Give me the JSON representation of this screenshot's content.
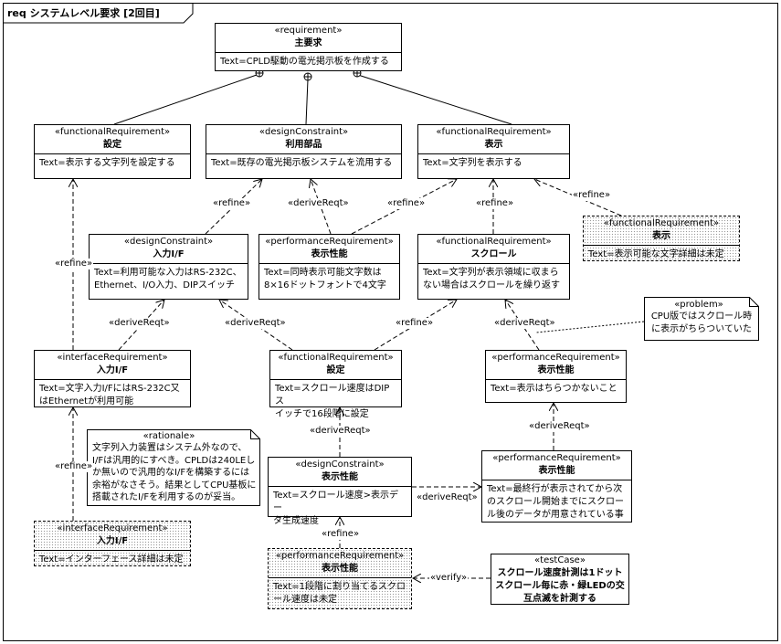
{
  "frame": {
    "title": "req システムレベル要求 [2回目]"
  },
  "blocks": {
    "main": {
      "stereotype": "«requirement»",
      "name": "主要求",
      "text": "Text=CPLD駆動の電光掲示板を作成する"
    },
    "settings": {
      "stereotype": "«functionalRequirement»",
      "name": "設定",
      "text": "Text=表示する文字列を設定する"
    },
    "parts": {
      "stereotype": "«designConstraint»",
      "name": "利用部品",
      "text": "Text=既存の電光掲示板システムを流用する"
    },
    "display": {
      "stereotype": "«functionalRequirement»",
      "name": "表示",
      "text": "Text=文字列を表示する"
    },
    "display_pending": {
      "stereotype": "«functionalRequirement»",
      "name": "表示",
      "text": "Text=表示可能な文字詳細は未定"
    },
    "input_dc": {
      "stereotype": "«designConstraint»",
      "name": "入力I/F",
      "text": "Text=利用可能な入力はRS-232C、\nEthernet、I/O入力、DIPスイッチ"
    },
    "perf1": {
      "stereotype": "«performanceRequirement»",
      "name": "表示性能",
      "text": "Text=同時表示可能文字数は\n8×16ドットフォントで4文字"
    },
    "scroll": {
      "stereotype": "«functionalRequirement»",
      "name": "スクロール",
      "text": "Text=文字列が表示領域に収まら\nない場合はスクロールを繰り返す"
    },
    "input_ir": {
      "stereotype": "«interfaceRequirement»",
      "name": "入力I/F",
      "text": "Text=文字入力I/FにはRS-232C又\nはEthernetが利用可能"
    },
    "settings2": {
      "stereotype": "«functionalRequirement»",
      "name": "設定",
      "text": "Text=スクロール速度はDIPス\nイッチで16段階に設定"
    },
    "perf2": {
      "stereotype": "«performanceRequirement»",
      "name": "表示性能",
      "text": "Text=表示はちらつかないこと"
    },
    "perf_dc": {
      "stereotype": "«designConstraint»",
      "name": "表示性能",
      "text": "Text=スクロール速度>表示デー\nタ生成速度"
    },
    "perf3": {
      "stereotype": "«performanceRequirement»",
      "name": "表示性能",
      "text": "Text=最終行が表示されてから次\nのスクロール開始までにスクロー\nル後のデータが用意されている事"
    },
    "input_pending": {
      "stereotype": "«interfaceRequirement»",
      "name": "入力I/F",
      "text": "Text=インターフェース詳細は未定"
    },
    "perf_pending": {
      "stereotype": "«performanceRequirement»",
      "name": "表示性能",
      "text": "Text=1段階に割り当てるスクロ\nール速度は未定"
    },
    "testcase": {
      "stereotype": "«testCase»",
      "name": "スクロール速度計測は1ドット\nスクロール毎に赤・緑LEDの交\n互点滅を計測する"
    }
  },
  "notes": {
    "problem": {
      "title": "«problem»",
      "text": "CPU版ではスクロール時\nに表示がちらついていた"
    },
    "rationale": {
      "title": "«rationale»",
      "text": "文字列入力装置はシステム外なので、\nI/Fは汎用的にすべき。CPLDは240LEし\nか無いので汎用的なI/Fを構築するには\n余裕がなさそう。結果としてCPU基板に\n搭載されたI/Fを利用するのが妥当。"
    }
  },
  "labels": {
    "refine": "«refine»",
    "deriveReqt": "«deriveReqt»",
    "verify": "«verify»"
  }
}
